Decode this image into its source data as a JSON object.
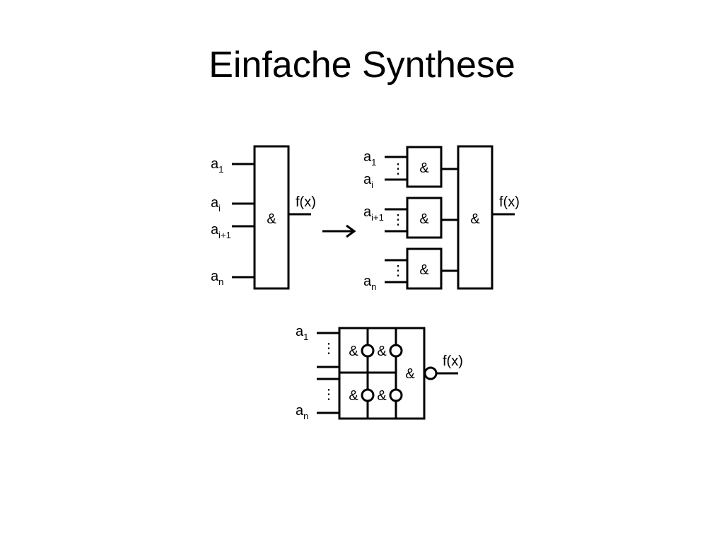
{
  "title": "Einfache Synthese",
  "gate_symbol": "&",
  "output_label": "f(x)",
  "ellipsis": "⋮",
  "arrow": "→",
  "inputs": {
    "first": {
      "base": "a",
      "sub": "1"
    },
    "i": {
      "base": "a",
      "sub": "i"
    },
    "i_plus_1": {
      "base": "a",
      "sub": "i+1"
    },
    "n": {
      "base": "a",
      "sub": "n"
    }
  }
}
